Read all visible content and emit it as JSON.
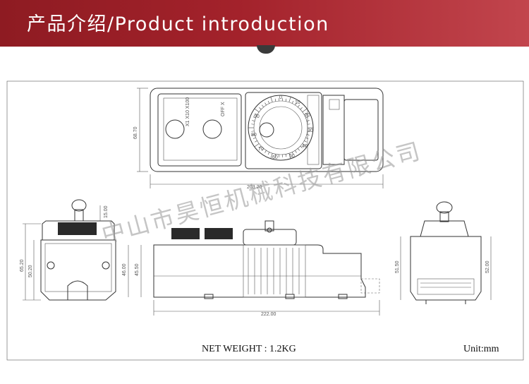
{
  "header": {
    "title": "产品介绍/Product introduction"
  },
  "dimensions": {
    "top_height": "68.70",
    "top_width": "203.20",
    "side_total": "65.20",
    "side_body": "50.20",
    "knob": "15.00",
    "front_height1": "46.00",
    "front_height2": "45.50",
    "front_width": "222.00",
    "right_height1": "51.50",
    "right_height2": "52.00"
  },
  "dial": {
    "labels": [
      "0",
      "10",
      "20",
      "30",
      "40",
      "50",
      "60",
      "70",
      "80",
      "90"
    ]
  },
  "watermark": {
    "text": "中山市昊恒机械科技有限公司"
  },
  "footer": {
    "net_weight": "NET WEIGHT : 1.2KG",
    "unit": "Unit:mm"
  }
}
